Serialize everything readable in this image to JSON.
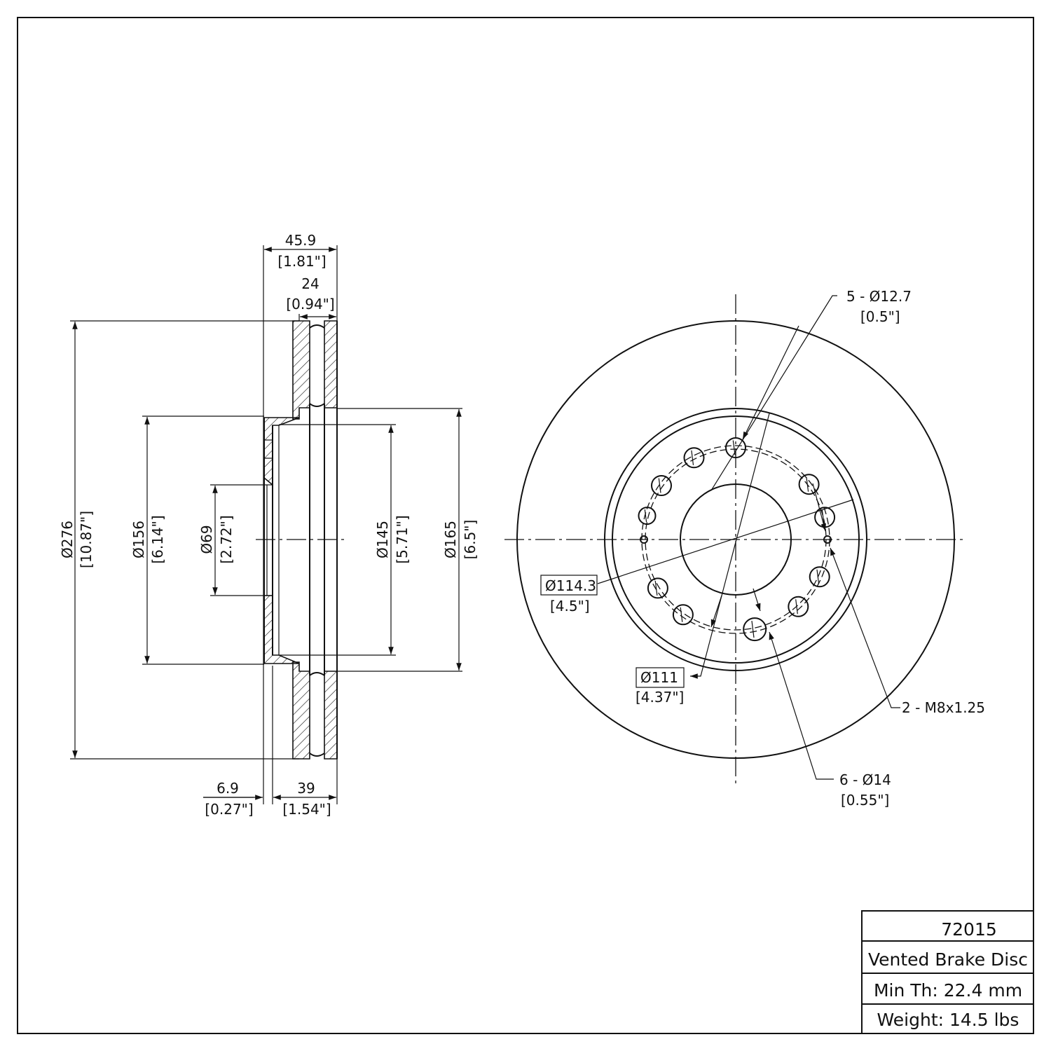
{
  "colors": {
    "line": "#111111",
    "background": "#ffffff"
  },
  "side_view": {
    "overall_width": {
      "mm": "45.9",
      "in": "[1.81\"]"
    },
    "rotor_thickness": {
      "mm": "24",
      "in": "[0.94\"]"
    },
    "outer_diameter": {
      "mm": "Ø276",
      "in": "[10.87\"]"
    },
    "hat_diameter": {
      "mm": "Ø156",
      "in": "[6.14\"]"
    },
    "center_bore": {
      "mm": "Ø69",
      "in": "[2.72\"]"
    },
    "inner_hat_diameter": {
      "mm": "Ø145",
      "in": "[5.71\"]"
    },
    "vent_diameter": {
      "mm": "Ø165",
      "in": "[6.5\"]"
    },
    "hat_thickness": {
      "mm": "6.9",
      "in": "[0.27\"]"
    },
    "hat_height": {
      "mm": "39",
      "in": "[1.54\"]"
    }
  },
  "front_view": {
    "stud_holes": {
      "count": "5 - Ø12.7",
      "in": "[0.5\"]"
    },
    "bolt_circle": {
      "mm": "Ø114.3",
      "in": "[4.5\"]"
    },
    "pilot_diameter": {
      "mm": "Ø111",
      "in": "[4.37\"]"
    },
    "threaded_holes": {
      "label": "2 - M8x1.25"
    },
    "alt_holes": {
      "count": "6 - Ø14",
      "in": "[0.55\"]"
    }
  },
  "title_block": {
    "part_number": "72015",
    "description": "Vented Brake Disc",
    "min_thickness": "Min Th: 22.4 mm",
    "weight": "Weight: 14.5 lbs"
  }
}
